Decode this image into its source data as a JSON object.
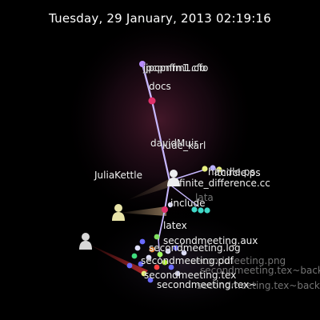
{
  "timestamp": "Tuesday, 29 January, 2013 02:19:16",
  "colors": {
    "background": "#000000",
    "text": "#f2f2f2",
    "branch": "#c8b8ff",
    "dir_node": "#e0306a",
    "glow": "#7a2a4a"
  },
  "users": [
    {
      "name": "JuliaKettle",
      "icon": "user-avatar-icon"
    },
    {
      "name": "davidMuir",
      "icon": "user-avatar-icon"
    },
    {
      "name": "",
      "icon": "user-avatar-icon"
    }
  ],
  "directories": [
    {
      "name": "docs"
    },
    {
      "name": "include"
    },
    {
      "name": "latex"
    }
  ],
  "files": {
    "top": [
      "jpcpnfm1.cfo",
      "jpcpnfm1.cfo"
    ],
    "right": [
      "finite_difference.cc",
      "handle.ps",
      "itcircle.ps",
      "lata",
      "lude_karl"
    ],
    "bottom_bright": [
      "secondmeeting.aux",
      "secondmeeting.log",
      "secondmeeting.pdf",
      "secondmeeting.tex",
      "secondmeeting.tex~"
    ],
    "bottom_dim": [
      "secondmeeting.png",
      "secondmeeting.tex~backup",
      "secondmeeting.tex~backup"
    ]
  }
}
